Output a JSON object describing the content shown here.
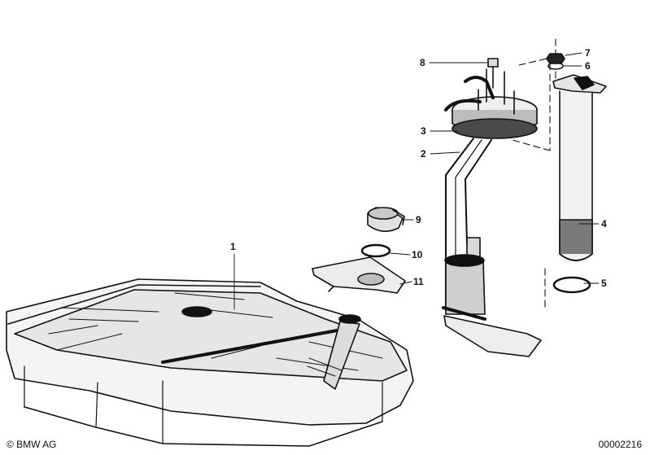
{
  "callouts": [
    "1",
    "2",
    "3",
    "4",
    "5",
    "6",
    "7",
    "8",
    "9",
    "10",
    "11"
  ],
  "footer": {
    "copyright": "© BMW AG",
    "diagram_number": "00002216"
  }
}
